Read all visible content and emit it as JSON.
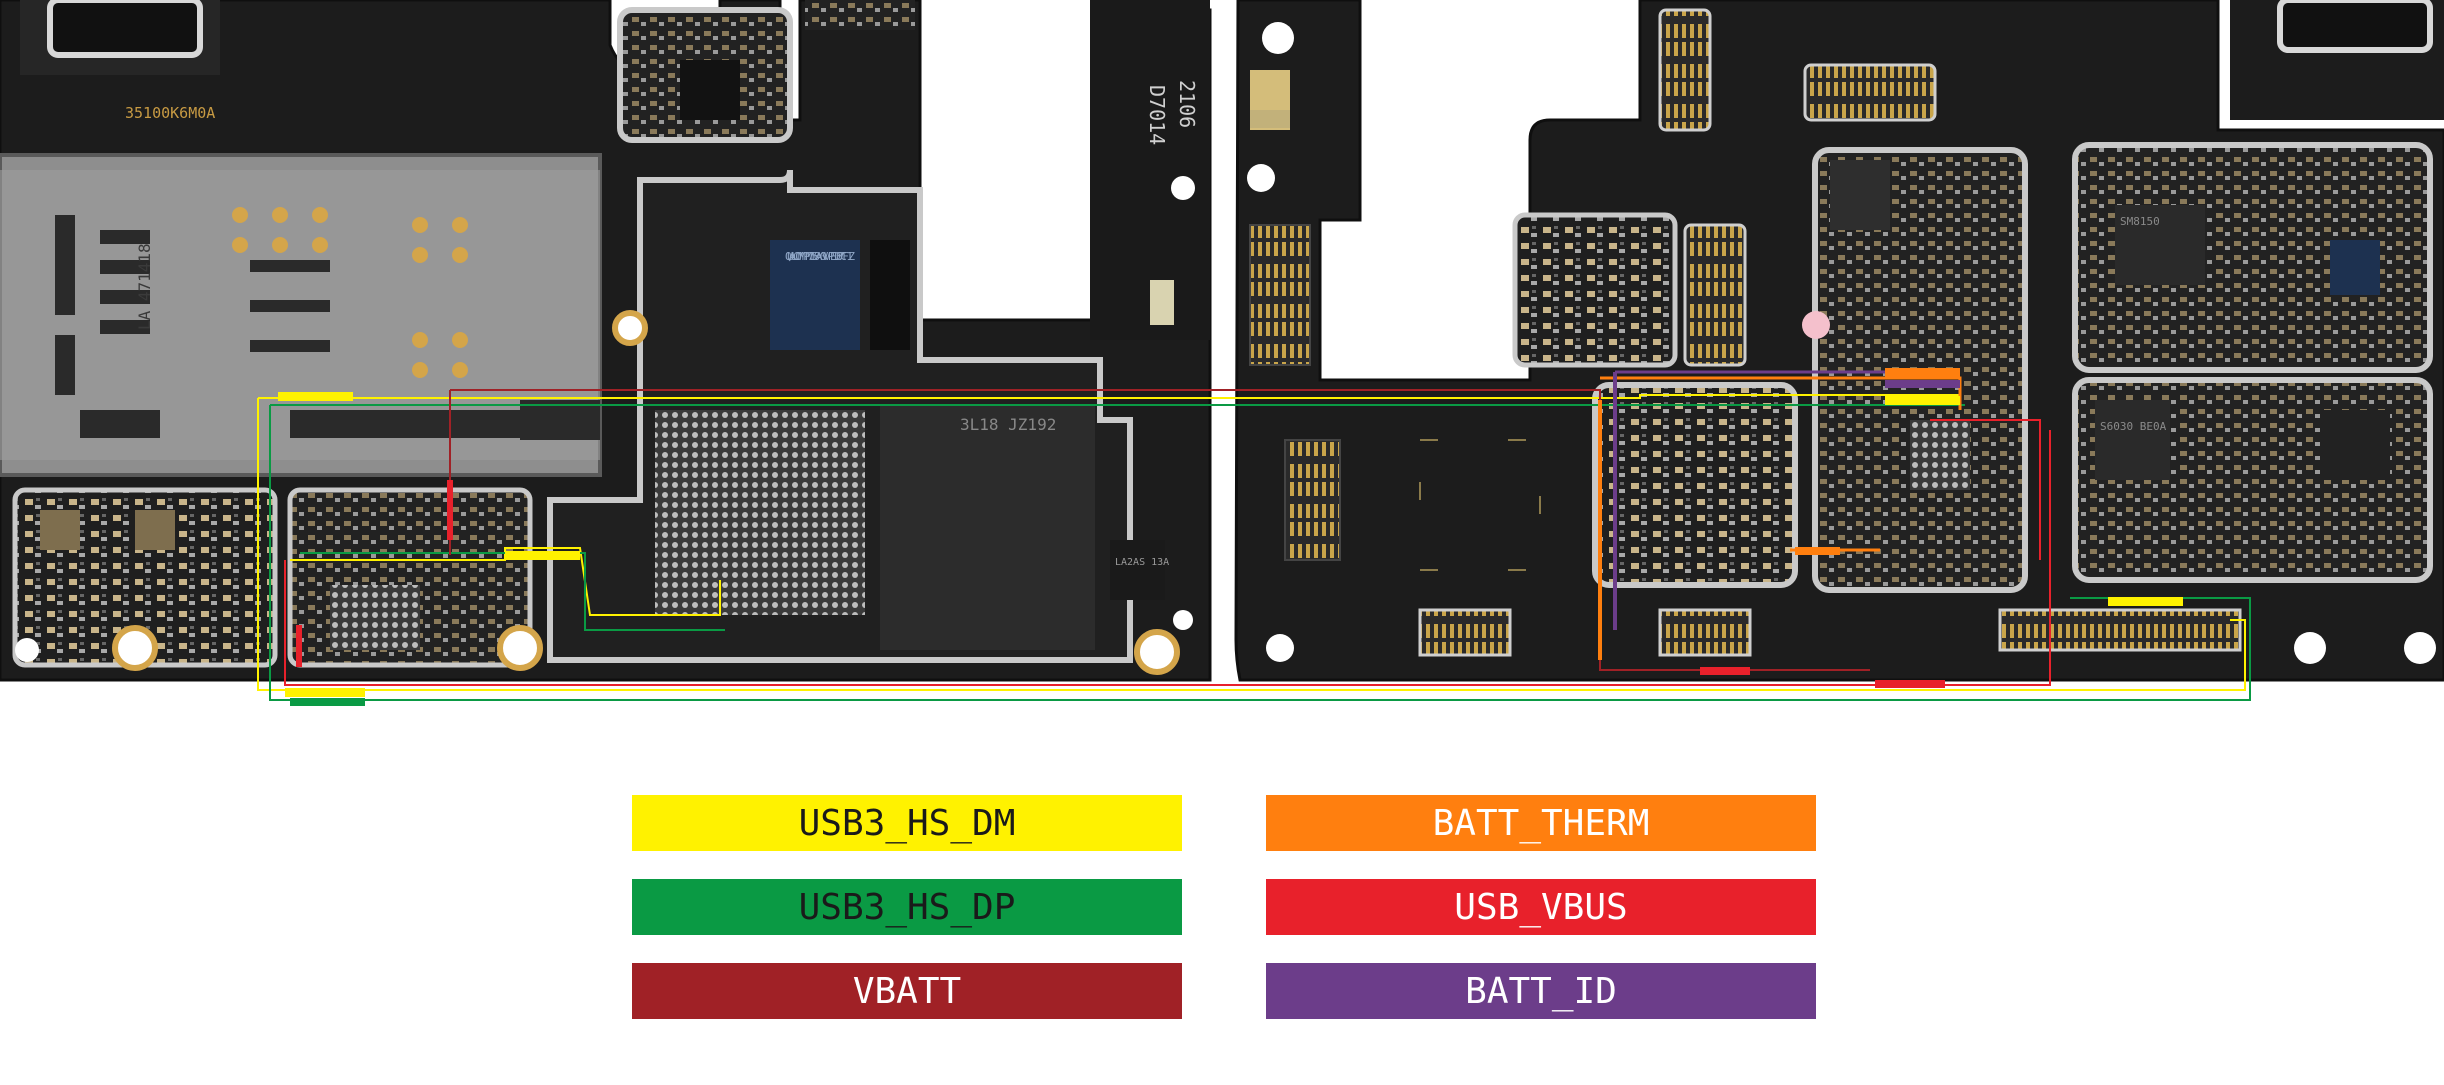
{
  "board_left": {
    "silk_code": "35100K6M0A",
    "sim_tray_code": "LA 471418",
    "pmic_marking": "QUALCOMM PM7150A 0VV PE1087CF 1Z",
    "memory_marking": "3L18 JZ192",
    "module_marking": "LA2AS 13A",
    "edge_text_1": "2106",
    "edge_text_2": "D7014"
  },
  "board_right": {
    "chip_marking_1": "SM8150",
    "chip_marking_2": "S6030 BE0A"
  },
  "legend": [
    {
      "label": "USB3_HS_DM",
      "bg": "#fff200",
      "fg": "#1a1a1a"
    },
    {
      "label": "USB3_HS_DP",
      "bg": "#0a9a44",
      "fg": "#1a1a1a"
    },
    {
      "label": "VBATT",
      "bg": "#a02126",
      "fg": "#ffffff"
    },
    {
      "label": "BATT_THERM",
      "bg": "#ff7f0f",
      "fg": "#ffffff"
    },
    {
      "label": "USB_VBUS",
      "bg": "#e8212b",
      "fg": "#ffffff"
    },
    {
      "label": "BATT_ID",
      "bg": "#6c3d8a",
      "fg": "#ffffff"
    }
  ],
  "colors": {
    "pcb": "#1c1c1c",
    "pcb_edge": "#0f0f0f",
    "shield": "#c9c9c9",
    "gold": "#c79a43",
    "watermark": "#e84a5a"
  }
}
